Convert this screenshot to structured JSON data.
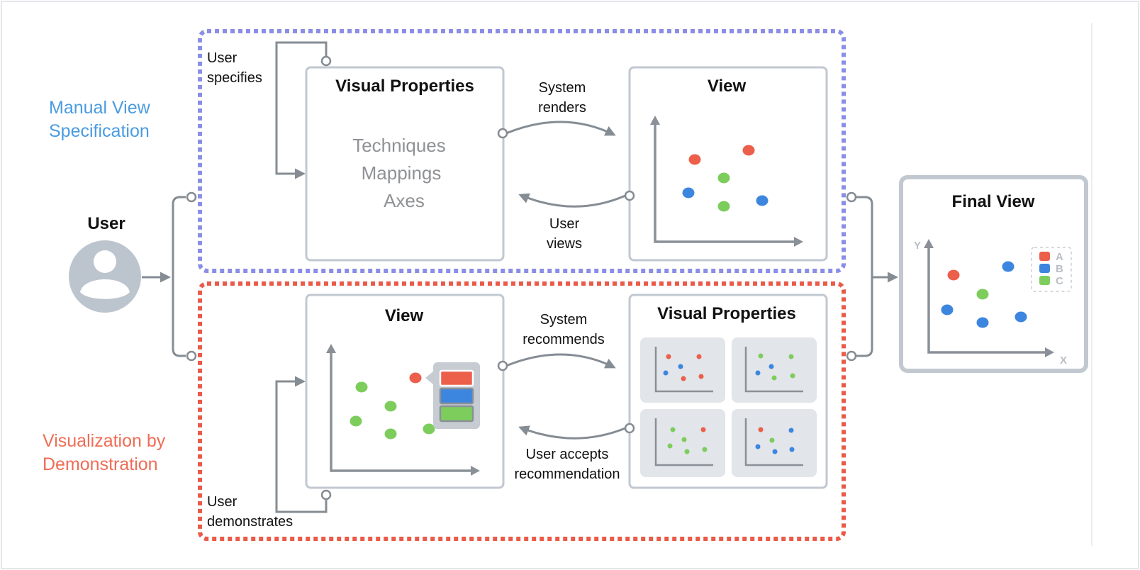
{
  "colors": {
    "red": "#ec5f4b",
    "blue": "#3d86df",
    "green": "#7dcd5c",
    "manual_border": "#8a8ee6",
    "demo_border": "#ea5a48",
    "manual_text": "#4a9be0",
    "demo_text": "#ef6c55",
    "gray": "#858c93"
  },
  "user": {
    "label": "User",
    "icon": "user-avatar-icon"
  },
  "manual": {
    "section_label": "Manual View\nSpecification",
    "visual_properties": {
      "title": "Visual Properties",
      "items": [
        "Techniques",
        "Mappings",
        "Axes"
      ]
    },
    "view": {
      "title": "View"
    },
    "user_specifies": "User\nspecifies",
    "system_renders": "System\nrenders",
    "user_views": "User\nviews"
  },
  "demo": {
    "section_label": "Visualization by\nDemonstration",
    "view": {
      "title": "View"
    },
    "visual_properties": {
      "title": "Visual Properties"
    },
    "user_demonstrates": "User\ndemonstrates",
    "system_recommends": "System\nrecommends",
    "user_accepts": "User accepts\nrecommendation"
  },
  "final_view": {
    "title": "Final View",
    "x_axis": "X",
    "y_axis": "Y",
    "legend": [
      {
        "label": "A",
        "color": "#ec5f4b"
      },
      {
        "label": "B",
        "color": "#3d86df"
      },
      {
        "label": "C",
        "color": "#7dcd5c"
      }
    ]
  }
}
